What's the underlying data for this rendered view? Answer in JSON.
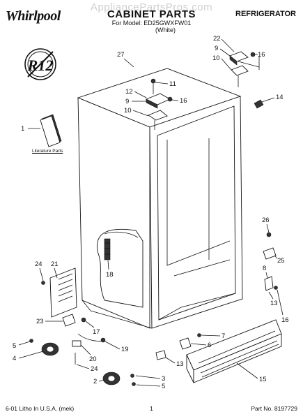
{
  "watermark": "AppliancePartsPros.com",
  "header": {
    "brand": "Whirlpool",
    "brand_mark": "®",
    "title": "CABINET PARTS",
    "model_line": "For Model: ED25GWXFW01",
    "color_line": "(White)",
    "category": "REFRIGERATOR"
  },
  "badge": {
    "text": "R12"
  },
  "literature_label": "Literature Parts",
  "callouts": [
    "1",
    "2",
    "3",
    "4",
    "5",
    "6",
    "7",
    "8",
    "9",
    "10",
    "11",
    "12",
    "13",
    "14",
    "15",
    "16",
    "17",
    "18",
    "19",
    "20",
    "21",
    "22",
    "23",
    "24",
    "25",
    "26",
    "27"
  ],
  "footer": {
    "left": "6-01 Litho In U.S.A. (mek)",
    "page": "1",
    "right": "Part No. 8197729"
  }
}
